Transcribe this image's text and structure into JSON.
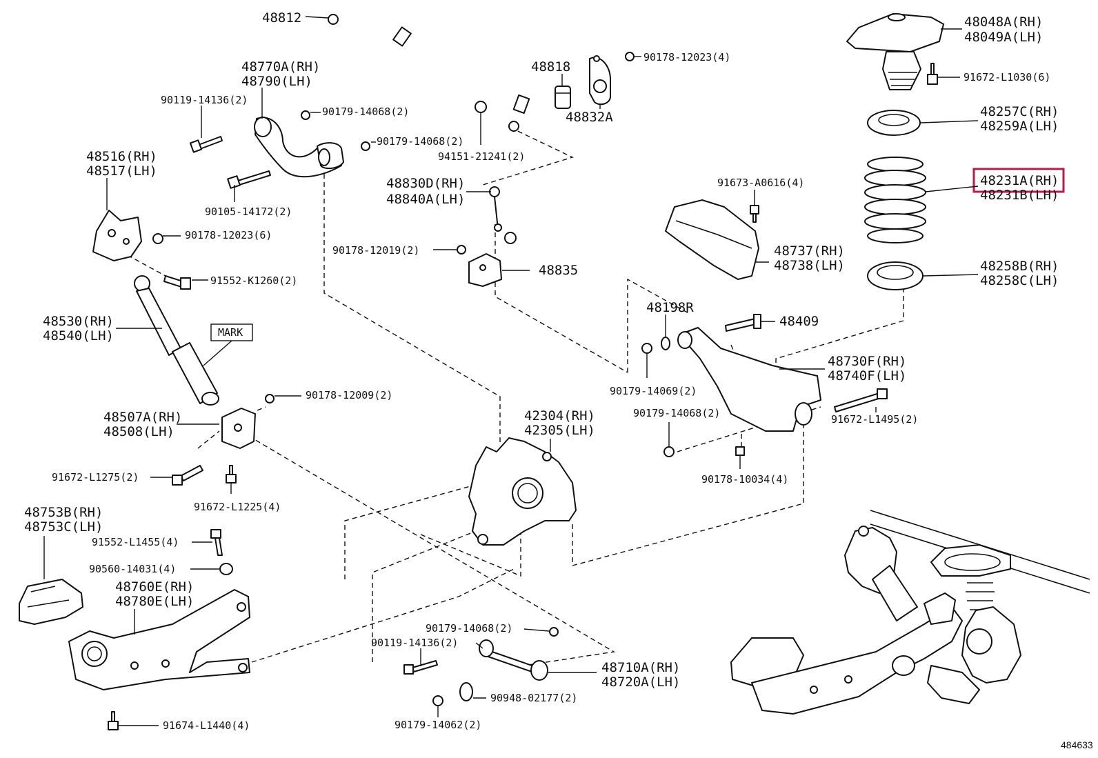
{
  "diagram_id": "484633",
  "mark_label": "MARK",
  "highlighted_part": "48231A(RH)",
  "labels": {
    "l48812": "48812",
    "l48770a": "48770A(RH)",
    "l48790": "48790(LH)",
    "l90119_14136_top": "90119-14136(2)",
    "l90179_14068_a": "90179-14068(2)",
    "l90179_14068_b": "90179-14068(2)",
    "l94151": "94151-21241(2)",
    "l48818": "48818",
    "l48832a": "48832A",
    "l90178_12023_4": "90178-12023(4)",
    "l48048a": "48048A(RH)",
    "l48049a": "48049A(LH)",
    "l91672_l1030": "91672-L1030(6)",
    "l48257c": "48257C(RH)",
    "l48259a": "48259A(LH)",
    "l48231a": "48231A(RH)",
    "l48231b": "48231B(LH)",
    "l48258b": "48258B(RH)",
    "l48258c": "48258C(LH)",
    "l48516": "48516(RH)",
    "l48517": "48517(LH)",
    "l90105": "90105-14172(2)",
    "l90178_12023_6": "90178-12023(6)",
    "l48830d": "48830D(RH)",
    "l48840a": "48840A(LH)",
    "l91673": "91673-A0616(4)",
    "l90178_12019": "90178-12019(2)",
    "l48835": "48835",
    "l48737": "48737(RH)",
    "l48738": "48738(LH)",
    "l91552_k1260": "91552-K1260(2)",
    "l48530": "48530(RH)",
    "l48540": "48540(LH)",
    "l48198r": "48198R",
    "l48409": "48409",
    "l48730f": "48730F(RH)",
    "l48740f": "48740F(LH)",
    "l90179_14069": "90179-14069(2)",
    "l90179_14068_c": "90179-14068(2)",
    "l91672_l1495": "91672-L1495(2)",
    "l90178_12009": "90178-12009(2)",
    "l48507a": "48507A(RH)",
    "l48508": "48508(LH)",
    "l42304": "42304(RH)",
    "l42305": "42305(LH)",
    "l91672_l1275": "91672-L1275(2)",
    "l91672_l1225": "91672-L1225(4)",
    "l90178_10034": "90178-10034(4)",
    "l48753b": "48753B(RH)",
    "l48753c": "48753C(LH)",
    "l91552_l1455": "91552-L1455(4)",
    "l90560": "90560-14031(4)",
    "l48760e": "48760E(RH)",
    "l48780e": "48780E(LH)",
    "l90179_14068_d": "90179-14068(2)",
    "l90119_14136_bot": "90119-14136(2)",
    "l48710a": "48710A(RH)",
    "l48720a": "48720A(LH)",
    "l90948": "90948-02177(2)",
    "l91674": "91674-L1440(4)",
    "l90179_14062": "90179-14062(2)"
  }
}
